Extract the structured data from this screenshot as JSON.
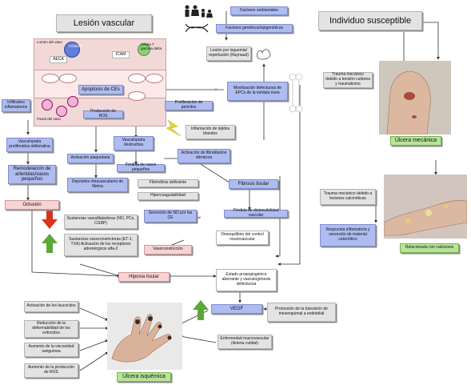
{
  "colors": {
    "blue_node": "#aebcf0",
    "grey_node": "#e3e3e3",
    "pink_node": "#f7d3d3",
    "green_label": "#b7e39a",
    "vessel_panel": "#f3d8d8",
    "lightning": "#e6d534",
    "arrow_red": "#d9321f",
    "arrow_green": "#5ba83a"
  },
  "header": {
    "left_title": "Lesión vascular",
    "right_title": "Individuo susceptible"
  },
  "factors": {
    "environmental": "Factores ambientales",
    "genetic": "Factores genéticos/epigenéticos",
    "ischemia": "Lesión por isquemia/ repertusión (Raynaud)"
  },
  "vessel": {
    "lumen": "Lumen del vaso",
    "wall": "Pared del vaso",
    "b_cell": "Célula B",
    "aeca": "AECA",
    "icam": "ICAM",
    "t_cell": "Célula T gamma delta",
    "apoptosis": "Apoptosis de CEs",
    "ros": "Producción de ROS"
  },
  "left_column": {
    "infiltrates": "Infiltrados inflamatorios",
    "proliferative": "Vasculopatía proliferativa obliterativa",
    "remodeling": "Remodelación de arteriolas/vasos pequeños",
    "occlusion": "Oclusión",
    "vasodilators": "Sustancias vasodilatadoras (NO, PCs, CGRP)",
    "vasoconstrictors": "Sustancias vasoconstrictoras (ET-1, TXA) Activación de los receptores adrenérgicos alfa-2"
  },
  "center": {
    "platelet": "Activación plaquetaria",
    "destructive": "Vasculopatía destructiva",
    "small_vessel_loss": "Pérdida de vasos pequeños",
    "fibrin": "Depósitos intravasculares de fibrina",
    "fibrinolysis": "Fibrinólisis deficiente",
    "hypercoag": "Hipercoagulabilidad",
    "no_secretion": "Secreción de NO por las CE",
    "neuro": "Desequilibrio del control neurovascular",
    "vasoconstriction": "Vasoconstricción",
    "hypoxia": "Hipoxia tisular",
    "pericytes": "Proliferación de pericitos",
    "inflammation": "Inflamación de tejidos blandos",
    "epc": "Movilización defectuosa de EPCs de la médula ósea",
    "fibroblasts": "Activación de fibroblastos dérmicos",
    "fibrosis": "Fibrosis tisular",
    "distensibility": "Pérdida de distensibilidad vascular",
    "proangiogenic": "Estado proangiogénico aberrante y vasculogénesis defectuosa",
    "vegf": "VEGF",
    "emt": "Promoción de la transición de mesenquimal a endotelial",
    "macrovascular": "Enfermedad macrovascular (Arteria cubital)"
  },
  "bottom_left": {
    "leukocytes": "Activación de los leucocitos",
    "deformability": "Reducción de la deformabilidad de los eritrocitos",
    "viscosity": "Aumento de la viscosidad sanguínea",
    "ros_increase": "Aumento de la producción de ROS"
  },
  "right_column": {
    "mech_trauma": "Trauma mecánico debido a tensión cutánea y traumatismo",
    "mech_ulcer": "Úlcera mecánica",
    "calc_trauma": "Trauma mecánico debido a lesiones calcinóticas",
    "inflam_response": "Respuesta inflamatoria y secreción de material calcinótico",
    "calcinosis": "Relacionada con calcinosis"
  },
  "ischemic_ulcer": "Úlcera isquémica"
}
